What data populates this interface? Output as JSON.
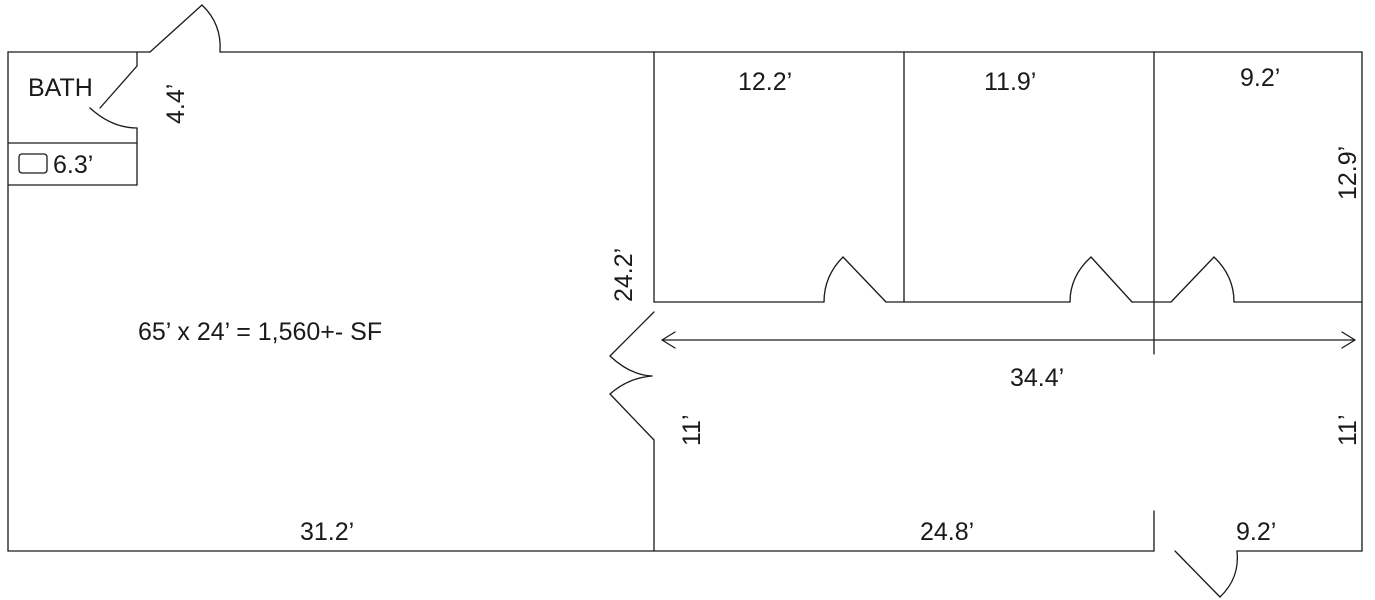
{
  "rooms": {
    "bath_label": "BATH"
  },
  "dimensions": {
    "bath_door_width": "4.4’",
    "closet_width": "6.3’",
    "total_area": "65’ x 24’ = 1,560+- SF",
    "room1_width": "12.2’",
    "room2_width": "11.9’",
    "room3_width": "9.2’",
    "room3_depth": "12.9’",
    "partition_depth": "24.2’",
    "hall_length": "34.4’",
    "hall_depth_left": "11’",
    "hall_depth_right": "11’",
    "bottom_left_width": "31.2’",
    "bottom_mid_width": "24.8’",
    "bottom_right_width": "9.2’"
  },
  "colors": {
    "line": "#1a1a1a",
    "background": "#ffffff"
  }
}
